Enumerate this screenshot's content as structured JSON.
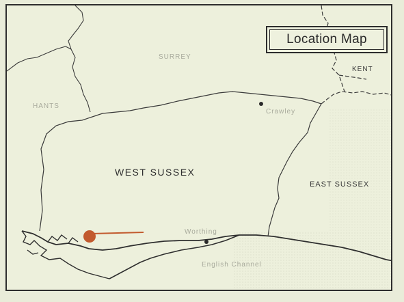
{
  "map": {
    "title": "Location Map",
    "labels": {
      "surrey": "SURREY",
      "kent": "KENT",
      "hants": "HANTS",
      "west_sussex": "WEST SUSSEX",
      "east_sussex": "EAST SUSSEX",
      "crawley": "Crawley",
      "worthing": "Worthing",
      "channel": "English Channel"
    },
    "colors": {
      "background": "#edf0dc",
      "boundary": "#3a3a3a",
      "marker": "#c25a2e"
    }
  }
}
